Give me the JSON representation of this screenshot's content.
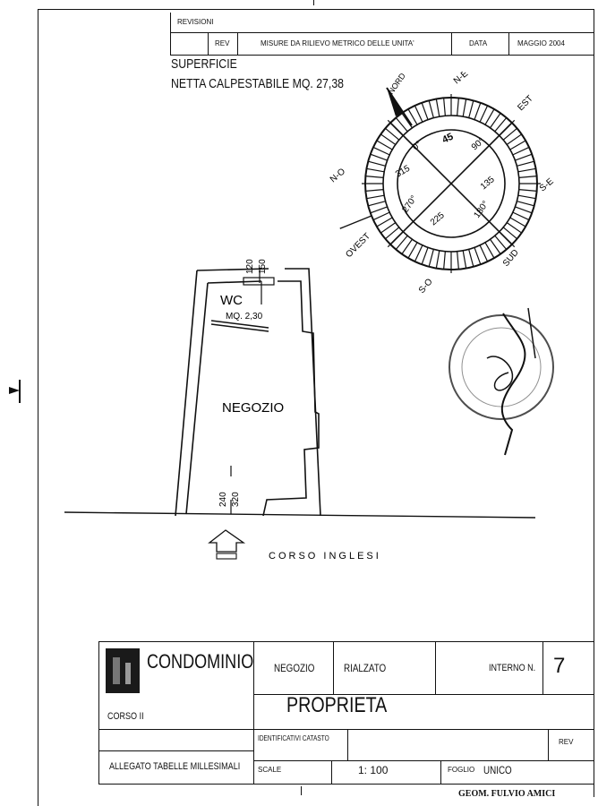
{
  "revision_table": {
    "title": "REVISIONI",
    "col_rev": "REV",
    "col_desc": "MISURE DA RILIEVO METRICO DELLE UNITA'",
    "col_data": "DATA",
    "col_date_value": "MAGGIO 2004"
  },
  "surface": {
    "line1": "SUPERFICIE",
    "line2": "NETTA CALPESTABILE MQ. 27,38"
  },
  "compass": {
    "north_label": "NORD",
    "ne": "N-E",
    "est": "EST",
    "se": "S-E",
    "sud": "SUD",
    "so": "S-O",
    "ovest": "OVEST",
    "no": "N-O",
    "deg0": "0°",
    "deg45": "45",
    "deg90": "90°",
    "deg135": "135",
    "deg180": "180°",
    "deg225": "225",
    "deg270": "270°",
    "deg315": "315"
  },
  "plan": {
    "wc": "WC",
    "wc_area": "MQ. 2,30",
    "room": "NEGOZIO",
    "dim_top_1": "120",
    "dim_top_2": "150",
    "dim_bot_1": "240",
    "dim_bot_2": "320",
    "street": "CORSO  INGLESI"
  },
  "title_block": {
    "building": "CONDOMINIO",
    "address": "CORSO II",
    "type": "NEGOZIO",
    "floor": "RIALZATO",
    "interno_label": "INTERNO N.",
    "interno_value": "7",
    "ownership": "PROPRIETA",
    "cadastral": "IDENTIFICATIVI CATASTO",
    "rev": "REV",
    "attachment": "ALLEGATO TABELLE MILLESIMALI",
    "scale_label": "SCALE",
    "scale_value": "1: 100",
    "sheet_label": "FOGLIO",
    "sheet_value": "UNICO",
    "author": "GEOM. FULVIO AMICI"
  }
}
